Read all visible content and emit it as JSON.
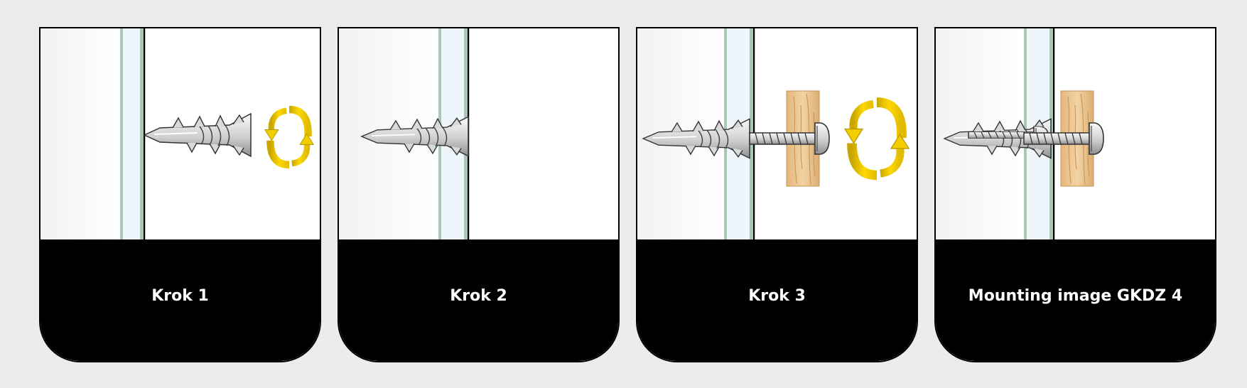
{
  "steps": [
    {
      "label": "Krok 1",
      "illustration": "screw-anchor-insertion-clockwise-rotation"
    },
    {
      "label": "Krok 2",
      "illustration": "anchor-seated-in-drywall"
    },
    {
      "label": "Krok 3",
      "illustration": "screw-through-wood-block-rotation"
    },
    {
      "label": "Mounting image GKDZ 4",
      "illustration": "wood-block-mounted-final"
    }
  ],
  "colors": {
    "background": "#ececec",
    "caption_bg": "#000000",
    "caption_text": "#ffffff",
    "board": "#eef6fc",
    "board_edge": "#a9c8b4",
    "arrow": "#f2cd00",
    "wood": "#ecc796"
  }
}
